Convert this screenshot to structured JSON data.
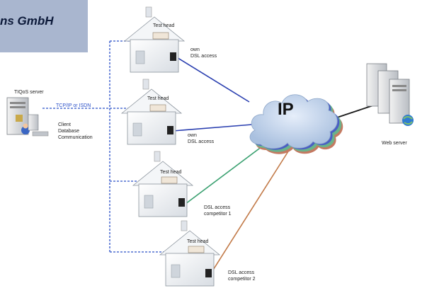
{
  "company_banner": "ns GmbH",
  "server_label": "TIQoS server",
  "link_label": "TCP/IP or ISDN",
  "client_roles": [
    "Client",
    "Database",
    "Communication"
  ],
  "network_label": "IP",
  "web_server_label": "Web server",
  "test_head_label": "Test head",
  "sites": [
    {
      "access_line1": "own",
      "access_line2": "DSL access",
      "line_color": "#2a3fb0"
    },
    {
      "access_line1": "own",
      "access_line2": "DSL access",
      "line_color": "#2a3fb0"
    },
    {
      "access_line1": "DSL access",
      "access_line2": "competitor 1",
      "line_color": "#3aa070"
    },
    {
      "access_line1": "DSL access",
      "access_line2": "competitor 2",
      "line_color": "#c27a48"
    }
  ],
  "colors": {
    "banner_bg": "#a9b6cf",
    "dashed_link": "#2b50c8",
    "cloud_fill": "#c9d8ee",
    "web_link": "#1a1a1a"
  }
}
